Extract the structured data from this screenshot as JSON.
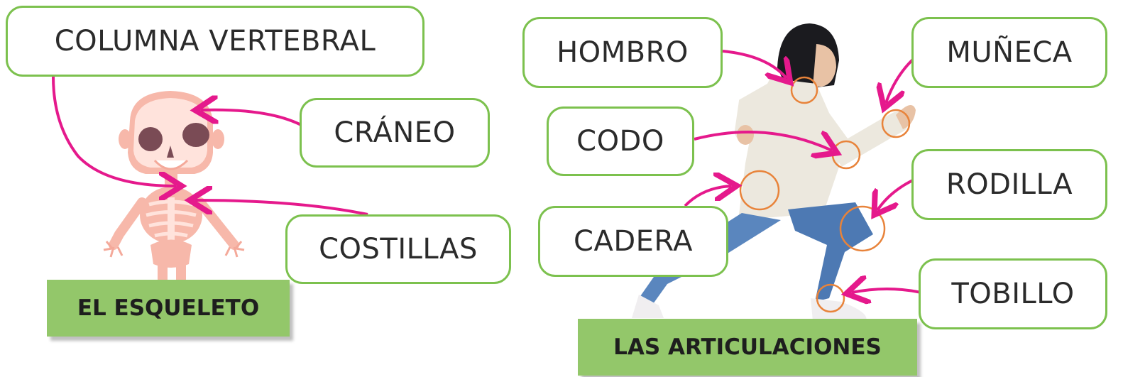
{
  "skeleton": {
    "title": "EL ESQUELETO",
    "labels": {
      "columna": "COLUMNA VERTEBRAL",
      "craneo": "CRÁNEO",
      "costillas": "COSTILLAS"
    }
  },
  "joints": {
    "title": "LAS ARTICULACIONES",
    "labels": {
      "hombro": "HOMBRO",
      "codo": "CODO",
      "cadera": "CADERA",
      "muneca": "MUÑECA",
      "rodilla": "RODILLA",
      "tobillo": "TOBILLO"
    }
  },
  "colors": {
    "box_border": "#7cc14e",
    "title_bg": "#93c76a",
    "arrow": "#e5198c",
    "joint_circle": "#e8833a",
    "skeleton_outline": "#f4a99a"
  }
}
